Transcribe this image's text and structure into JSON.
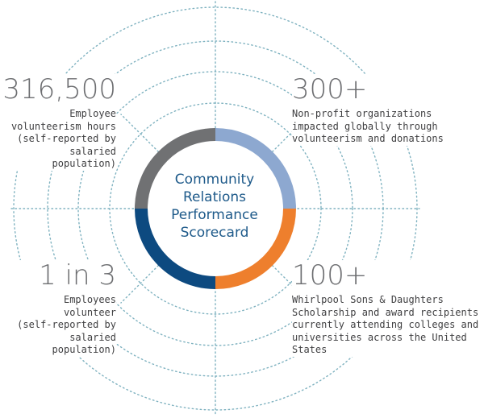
{
  "center": {
    "line1": "Community",
    "line2": "Relations",
    "line3": "Performance",
    "line4": "Scorecard"
  },
  "stats": {
    "top_left": {
      "value": "316,500",
      "lines": [
        "Employee",
        "volunteerism hours",
        "(self-reported by",
        "salaried population)"
      ]
    },
    "top_right": {
      "value": "300+",
      "lines": [
        "Non-profit organizations",
        "impacted globally through",
        "volunteerism and donations"
      ]
    },
    "bottom_left": {
      "value": "1 in 3",
      "lines": [
        "Employees",
        "volunteer",
        "(self-reported by",
        "salaried population)"
      ]
    },
    "bottom_right": {
      "value": "100+",
      "lines": [
        "Whirlpool Sons & Daughters",
        "Scholarship and award recipients",
        "currently attending colleges and",
        "universities across the United States"
      ]
    }
  },
  "colors": {
    "quadrant_top_left": "#707173",
    "quadrant_top_right": "#8da8d0",
    "quadrant_bottom_right": "#ee7f2d",
    "quadrant_bottom_left": "#0d4a80",
    "dotted_lines": "#7fb2c0",
    "center_text": "#1e5a8a"
  }
}
